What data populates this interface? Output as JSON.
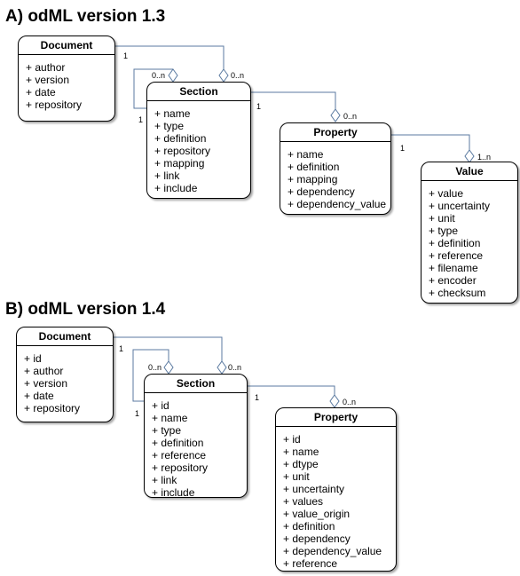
{
  "diagram_a": {
    "title": "A) odML version 1.3",
    "document": {
      "name": "Document",
      "attributes": [
        "author",
        "version",
        "date",
        "repository"
      ]
    },
    "section": {
      "name": "Section",
      "attributes": [
        "name",
        "type",
        "definition",
        "repository",
        "mapping",
        "link",
        "include"
      ]
    },
    "property": {
      "name": "Property",
      "attributes": [
        "name",
        "definition",
        "mapping",
        "dependency",
        "dependency_value"
      ]
    },
    "value": {
      "name": "Value",
      "attributes": [
        "value",
        "uncertainty",
        "unit",
        "type",
        "definition",
        "reference",
        "filename",
        "encoder",
        "checksum"
      ]
    },
    "multiplicities": {
      "doc_section_source": "1",
      "section_self_source": "1",
      "section_self_target": "0..n",
      "doc_section_target": "0..n",
      "section_property_source": "1",
      "section_property_target": "0..n",
      "property_value_source": "1",
      "property_value_target": "1..n"
    }
  },
  "diagram_b": {
    "title": "B) odML version 1.4",
    "document": {
      "name": "Document",
      "attributes": [
        "id",
        "author",
        "version",
        "date",
        "repository"
      ]
    },
    "section": {
      "name": "Section",
      "attributes": [
        "id",
        "name",
        "type",
        "definition",
        "reference",
        "repository",
        "link",
        "include"
      ]
    },
    "property": {
      "name": "Property",
      "attributes": [
        "id",
        "name",
        "dtype",
        "unit",
        "uncertainty",
        "values",
        "value_origin",
        "definition",
        "dependency",
        "dependency_value",
        "reference"
      ]
    },
    "multiplicities": {
      "doc_section_source": "1",
      "section_self_source": "1",
      "section_self_target": "0..n",
      "doc_section_target": "0..n",
      "section_property_source": "1",
      "section_property_target": "0..n"
    }
  },
  "colors": {
    "connector": "#5b7aa0",
    "box_border": "#000000"
  }
}
